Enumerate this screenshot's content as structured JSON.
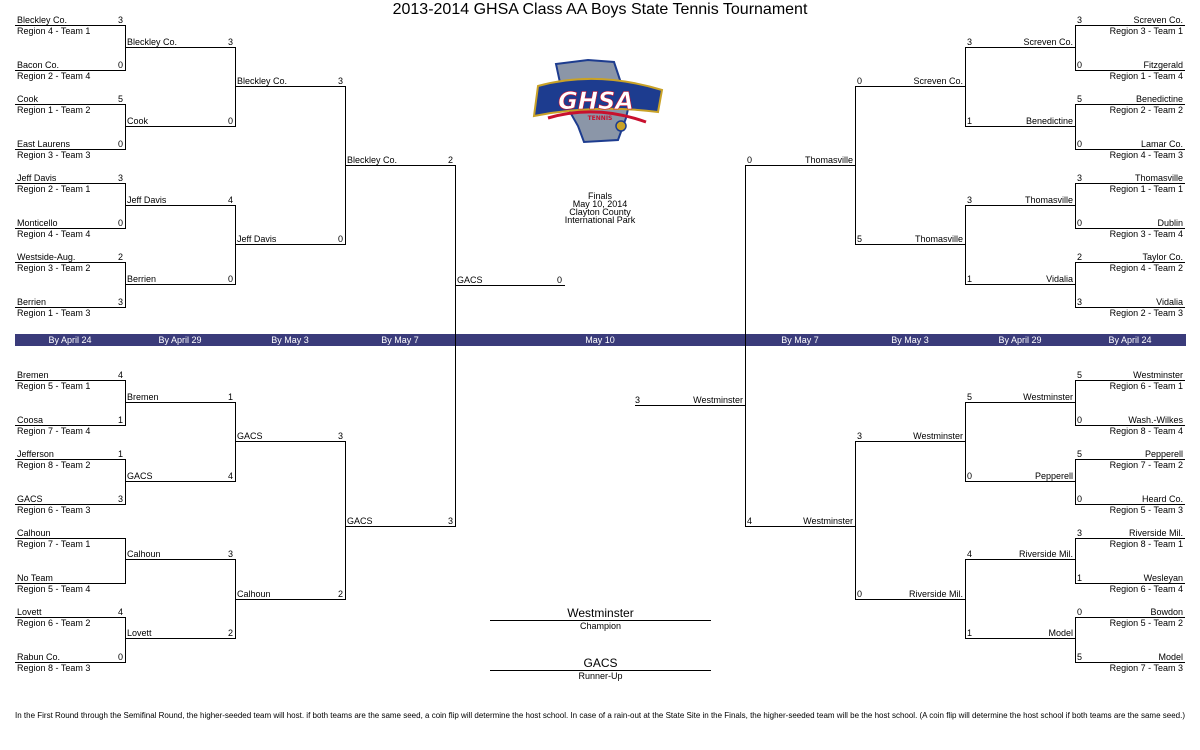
{
  "title": "2013-2014 GHSA Class AA Boys State Tennis Tournament",
  "logo_text": "GHSA",
  "logo_subtext": "TENNIS",
  "finals_info": [
    "Finals",
    "May 10, 2014",
    "Clayton County",
    "International Park"
  ],
  "dates": [
    "By April 24",
    "By April 29",
    "By May 3",
    "By May 7",
    "May 10",
    "By May 7",
    "By May 3",
    "By April 29",
    "By April 24"
  ],
  "champion": {
    "name": "Westminster",
    "label": "Champion"
  },
  "runner_up": {
    "name": "GACS",
    "label": "Runner-Up"
  },
  "footer": "In the First Round through the Semifinal Round, the higher-seeded team will host.  if both teams are the same seed, a coin flip will determine the host school.  In case of a rain-out at the State Site in the Finals, the higher-seeded team will be the host school. (A coin flip will determine the host school if both teams are the same seed.)",
  "colors": {
    "date_bar": "#3a3b7a",
    "logo_blue": "#1d3c8f",
    "logo_red": "#c8102e",
    "logo_gold": "#c9a227"
  },
  "left_top": {
    "r1": [
      {
        "team": "Bleckley Co.",
        "seed": "Region 4 - Team 1",
        "score": "3"
      },
      {
        "team": "Bacon Co.",
        "seed": "Region 2 - Team 4",
        "score": "0"
      },
      {
        "team": "Cook",
        "seed": "Region 1 - Team 2",
        "score": "5"
      },
      {
        "team": "East Laurens",
        "seed": "Region 3 - Team 3",
        "score": "0"
      },
      {
        "team": "Jeff Davis",
        "seed": "Region 2 - Team 1",
        "score": "3"
      },
      {
        "team": "Monticello",
        "seed": "Region 4 - Team 4",
        "score": "0"
      },
      {
        "team": "Westside-Aug.",
        "seed": "Region 3 - Team 2",
        "score": "2"
      },
      {
        "team": "Berrien",
        "seed": "Region 1 - Team 3",
        "score": "3"
      }
    ],
    "r2": [
      {
        "team": "Bleckley Co.",
        "score": "3"
      },
      {
        "team": "Cook",
        "score": "0"
      },
      {
        "team": "Jeff Davis",
        "score": "4"
      },
      {
        "team": "Berrien",
        "score": "0"
      }
    ],
    "qf": [
      {
        "team": "Bleckley Co.",
        "score": "3"
      },
      {
        "team": "Jeff Davis",
        "score": "0"
      }
    ],
    "sf": {
      "team": "Bleckley Co.",
      "score": "2"
    }
  },
  "left_bottom": {
    "r1": [
      {
        "team": "Bremen",
        "seed": "Region 5 - Team 1",
        "score": "4"
      },
      {
        "team": "Coosa",
        "seed": "Region 7 - Team 4",
        "score": "1"
      },
      {
        "team": "Jefferson",
        "seed": "Region 8 - Team 2",
        "score": "1"
      },
      {
        "team": "GACS",
        "seed": "Region 6 - Team 3",
        "score": "3"
      },
      {
        "team": "Calhoun",
        "seed": "Region 7 - Team 1",
        "score": ""
      },
      {
        "team": "No Team",
        "seed": "Region 5 - Team 4",
        "score": ""
      },
      {
        "team": "Lovett",
        "seed": "Region 6 - Team 2",
        "score": "4"
      },
      {
        "team": "Rabun Co.",
        "seed": "Region 8 - Team 3",
        "score": "0"
      }
    ],
    "r2": [
      {
        "team": "Bremen",
        "score": "1"
      },
      {
        "team": "GACS",
        "score": "4"
      },
      {
        "team": "Calhoun",
        "score": "3"
      },
      {
        "team": "Lovett",
        "score": "2"
      }
    ],
    "qf": [
      {
        "team": "GACS",
        "score": "3"
      },
      {
        "team": "Calhoun",
        "score": "2"
      }
    ],
    "sf": {
      "team": "GACS",
      "score": "3"
    }
  },
  "left_final": {
    "team": "GACS",
    "score": "0"
  },
  "right_top": {
    "r1": [
      {
        "team": "Screven Co.",
        "seed": "Region 3 - Team 1",
        "score": "3"
      },
      {
        "team": "Fitzgerald",
        "seed": "Region 1 - Team 4",
        "score": "0"
      },
      {
        "team": "Benedictine",
        "seed": "Region 2 - Team 2",
        "score": "5"
      },
      {
        "team": "Lamar Co.",
        "seed": "Region 4 - Team 3",
        "score": "0"
      },
      {
        "team": "Thomasville",
        "seed": "Region 1 - Team 1",
        "score": "3"
      },
      {
        "team": "Dublin",
        "seed": "Region 3 - Team 4",
        "score": "0"
      },
      {
        "team": "Taylor Co.",
        "seed": "Region 4 - Team 2",
        "score": "2"
      },
      {
        "team": "Vidalia",
        "seed": "Region 2 - Team 3",
        "score": "3"
      }
    ],
    "r2": [
      {
        "team": "Screven Co.",
        "score": "3"
      },
      {
        "team": "Benedictine",
        "score": "1"
      },
      {
        "team": "Thomasville",
        "score": "3"
      },
      {
        "team": "Vidalia",
        "score": "1"
      }
    ],
    "qf": [
      {
        "team": "Screven Co.",
        "score": "0"
      },
      {
        "team": "Thomasville",
        "score": "5"
      }
    ],
    "sf": {
      "team": "Thomasville",
      "score": "0"
    }
  },
  "right_bottom": {
    "r1": [
      {
        "team": "Westminster",
        "seed": "Region 6 - Team 1",
        "score": "5"
      },
      {
        "team": "Wash.-Wilkes",
        "seed": "Region 8 - Team 4",
        "score": "0"
      },
      {
        "team": "Pepperell",
        "seed": "Region 7 - Team 2",
        "score": "5"
      },
      {
        "team": "Heard Co.",
        "seed": "Region 5 - Team 3",
        "score": "0"
      },
      {
        "team": "Riverside Mil.",
        "seed": "Region 8 - Team 1",
        "score": "3"
      },
      {
        "team": "Wesleyan",
        "seed": "Region 6 - Team 4",
        "score": "1"
      },
      {
        "team": "Bowdon",
        "seed": "Region 5 - Team 2",
        "score": "0"
      },
      {
        "team": "Model",
        "seed": "Region 7 - Team 3",
        "score": "5"
      }
    ],
    "r2": [
      {
        "team": "Westminster",
        "score": "5"
      },
      {
        "team": "Pepperell",
        "score": "0"
      },
      {
        "team": "Riverside Mil.",
        "score": "4"
      },
      {
        "team": "Model",
        "score": "1"
      }
    ],
    "qf": [
      {
        "team": "Westminster",
        "score": "3"
      },
      {
        "team": "Riverside Mil.",
        "score": "0"
      }
    ],
    "sf": {
      "team": "Westminster",
      "score": "4"
    }
  },
  "right_final": {
    "team": "Westminster",
    "score": "3"
  }
}
